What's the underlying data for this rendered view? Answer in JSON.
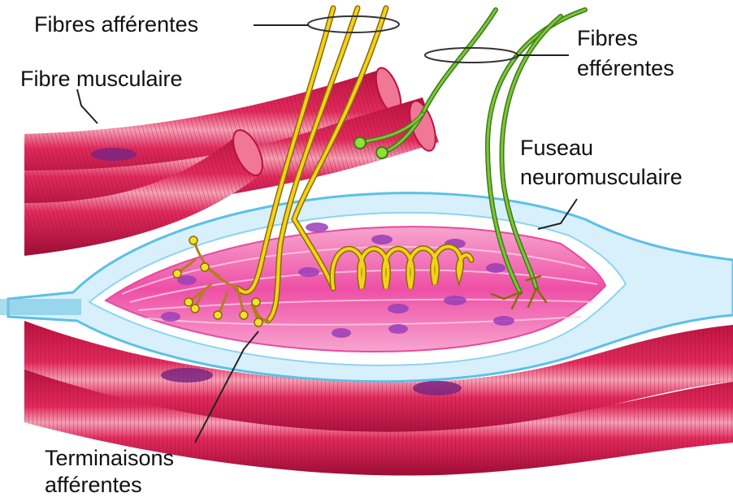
{
  "labels": {
    "afferent_fibres": "Fibres afférentes",
    "muscle_fibre": "Fibre musculaire",
    "efferent_fibres_line1": "Fibres",
    "efferent_fibres_line2": "efférentes",
    "spindle_line1": "Fuseau",
    "spindle_line2": "neuromusculaire",
    "afferent_endings_line1": "Terminaisons",
    "afferent_endings_line2": "afférentes"
  },
  "colors": {
    "muscle_red": "#d81b4e",
    "muscle_light": "#f08aa3",
    "muscle_dark": "#a0103a",
    "nucleus_purple": "#8a2a8c",
    "spindle_pink": "#f25fb1",
    "spindle_inner": "#ea3f9c",
    "spindle_capsule_blue": "#bfe6f7",
    "capsule_stroke": "#5cc0e6",
    "afferent_yellow": "#f3d21b",
    "efferent_green": "#7cc63a",
    "leader_line": "#222222"
  }
}
